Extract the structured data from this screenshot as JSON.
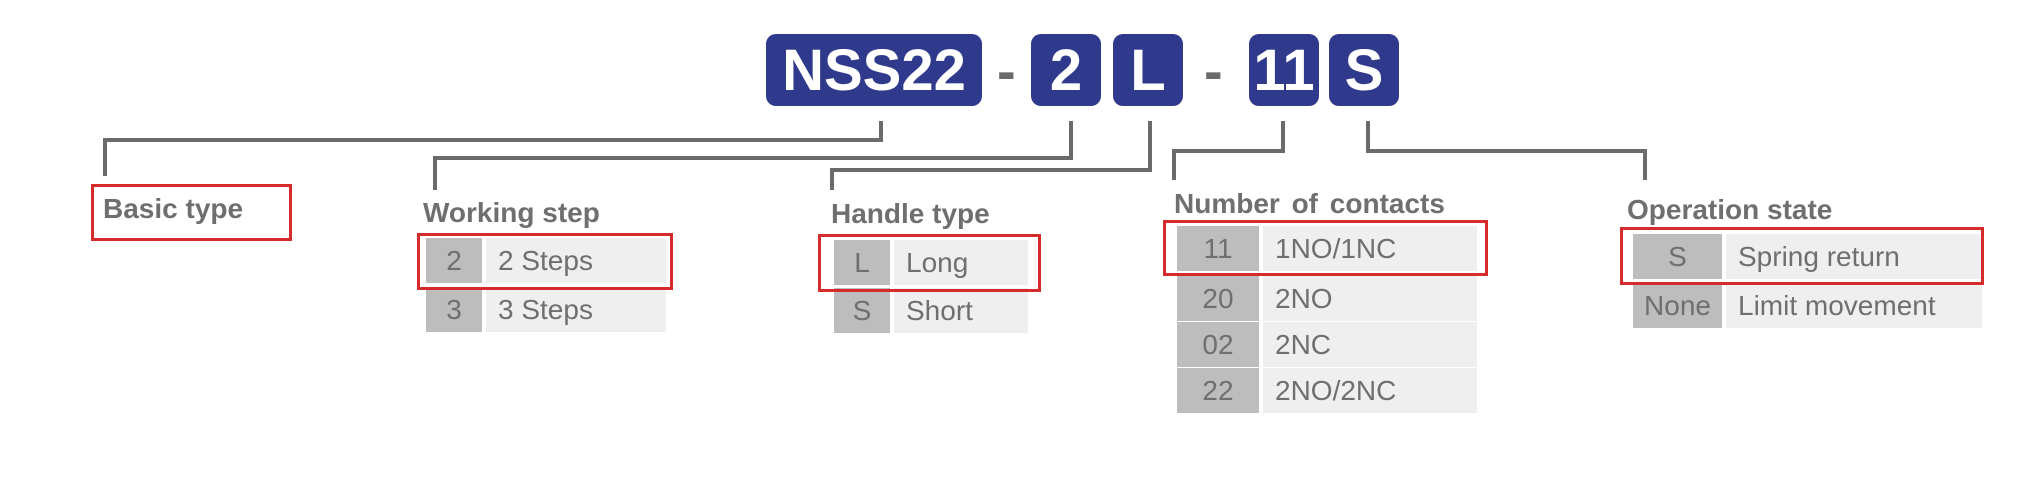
{
  "code": {
    "basic": "NSS22",
    "step": "2",
    "handle": "L",
    "contacts": "11",
    "operation": "S",
    "separator": "-"
  },
  "groups": {
    "basic_type": {
      "title": "Basic type"
    },
    "working_step": {
      "title": "Working step",
      "options": [
        {
          "code": "2",
          "label": "2  Steps"
        },
        {
          "code": "3",
          "label": "3  Steps"
        }
      ]
    },
    "handle_type": {
      "title": "Handle type",
      "options": [
        {
          "code": "L",
          "label": "Long"
        },
        {
          "code": "S",
          "label": "Short"
        }
      ]
    },
    "contacts": {
      "title": "Number  of  contacts",
      "options": [
        {
          "code": "11",
          "label": "1NO/1NC"
        },
        {
          "code": "20",
          "label": "2NO"
        },
        {
          "code": "02",
          "label": "2NC"
        },
        {
          "code": "22",
          "label": "2NO/2NC"
        }
      ]
    },
    "operation_state": {
      "title": "Operation state",
      "options": [
        {
          "code": "S",
          "label": "Spring return"
        },
        {
          "code": "None",
          "label": "Limit movement"
        }
      ]
    }
  },
  "colors": {
    "code_box": "#2f3a8c",
    "highlight": "#d62b2b",
    "text": "#6f6f6f",
    "code_cell": "#bdbdbd",
    "desc_cell": "#efefef"
  }
}
